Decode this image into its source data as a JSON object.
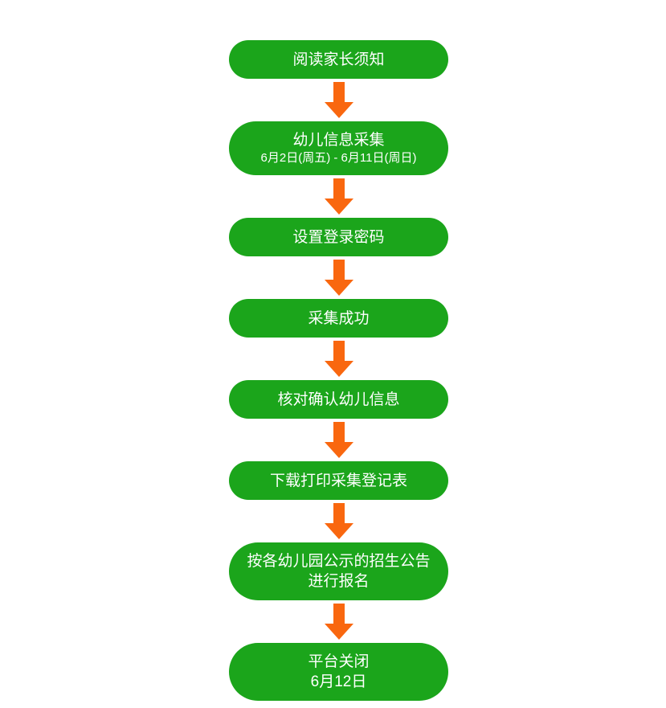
{
  "colors": {
    "node_green": "#1BA51B",
    "arrow_orange": "#F9670F",
    "text_white": "#FFFFFF",
    "page_background": "#FFFFFF"
  },
  "flowchart": {
    "steps": [
      {
        "lines": [
          "阅读家长须知"
        ]
      },
      {
        "lines": [
          "幼儿信息采集"
        ],
        "subline": "6月2日(周五) - 6月11日(周日)"
      },
      {
        "lines": [
          "设置登录密码"
        ]
      },
      {
        "lines": [
          "采集成功"
        ]
      },
      {
        "lines": [
          "核对确认幼儿信息"
        ]
      },
      {
        "lines": [
          "下载打印采集登记表"
        ]
      },
      {
        "lines": [
          "按各幼儿园公示的招生公告",
          "进行报名"
        ]
      },
      {
        "lines": [
          "平台关闭",
          "6月12日"
        ]
      }
    ]
  }
}
